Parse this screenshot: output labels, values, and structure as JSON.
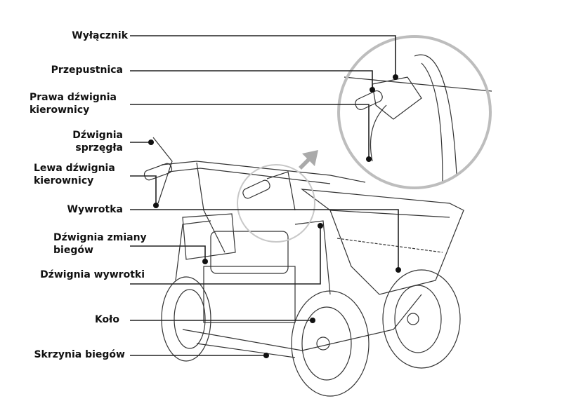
{
  "diagram": {
    "subject": "Motorized mini dumper (wozidło) with labeled parts",
    "labels": [
      {
        "id": "wylacznik",
        "text": "Wyłącznik"
      },
      {
        "id": "przepustnica",
        "text": "Przepustnica"
      },
      {
        "id": "prawa_dzwignia",
        "text": "Prawa dźwignia\nkierownicy"
      },
      {
        "id": "dzwignia_sprzegla",
        "text": "Dźwignia\nsprzęgła"
      },
      {
        "id": "lewa_dzwignia",
        "text": "Lewa dźwignia\nkierownicy"
      },
      {
        "id": "wywrotka",
        "text": "Wywrotka"
      },
      {
        "id": "dzwignia_zmiany",
        "text": "Dźwignia zmiany\nbiegów"
      },
      {
        "id": "dzwignia_wywrotki",
        "text": "Dźwignia wywrotki"
      },
      {
        "id": "kolo",
        "text": "Koło"
      },
      {
        "id": "skrzynia",
        "text": "Skrzynia biegów"
      }
    ],
    "colors": {
      "line": "#222222",
      "zoom_circle": "#bbbbbb",
      "arrow": "#aaaaaa",
      "drawing": "#333333"
    }
  }
}
